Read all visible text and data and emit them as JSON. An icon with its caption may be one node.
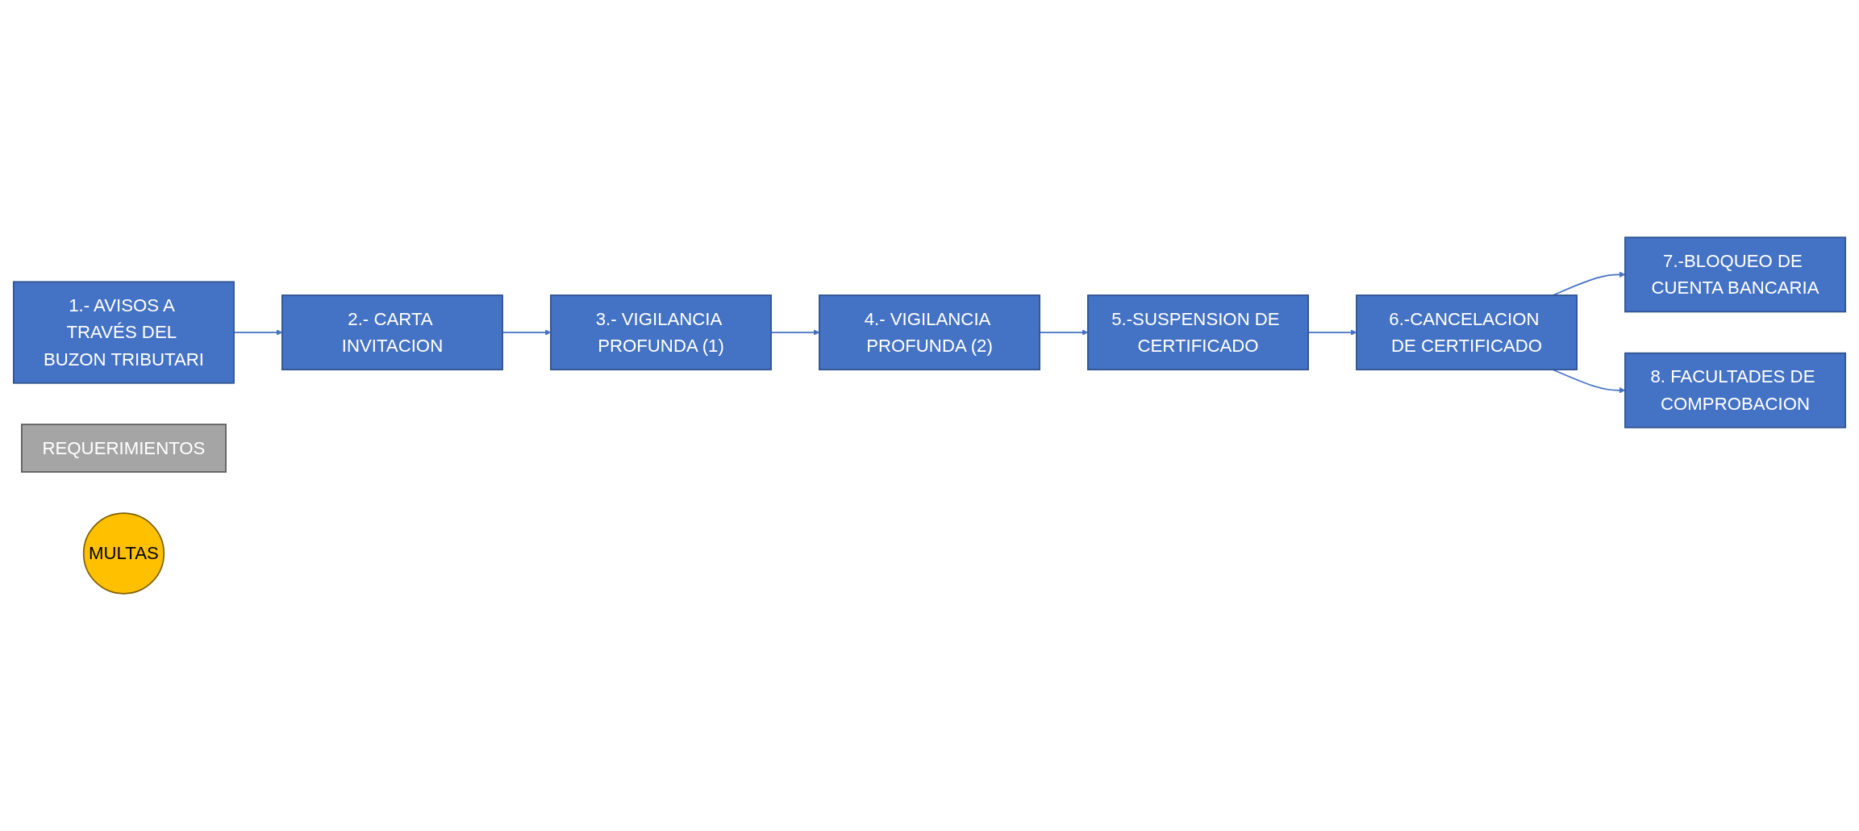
{
  "diagram": {
    "nodes": [
      {
        "text": [
          "1.- AVISOS A TRAVÉS DEL BUZON TRIBUTARI"
        ]
      },
      {
        "text": [
          "2.- CARTA INVITACION"
        ]
      },
      {
        "text": [
          "3.- VIGILANCIA PROFUNDA (1)"
        ]
      },
      {
        "text": [
          "4.- VIGILANCIA PROFUNDA (2)"
        ]
      },
      {
        "text": [
          "5.-SUSPENSION DE CERTIFICADO"
        ]
      },
      {
        "text": [
          "6.-CANCELACION DE CERTIFICADO"
        ]
      },
      {
        "text": [
          "7.-BLOQUEO DE CUENTA BANCARIA"
        ]
      },
      {
        "text": [
          "8. FACULTADES DE COMPROBACION"
        ]
      },
      {
        "text": [
          "REQUERIMIENTOS"
        ]
      },
      {
        "text": [
          "MULTAS"
        ]
      }
    ],
    "edges": [
      {
        "from": 0,
        "to": 1,
        "arrow": "to"
      },
      {
        "from": 1,
        "to": 2,
        "arrow": "to"
      },
      {
        "from": 2,
        "to": 3,
        "arrow": "to"
      },
      {
        "from": 3,
        "to": 4,
        "arrow": "to"
      },
      {
        "from": 4,
        "to": 5,
        "arrow": "to"
      },
      {
        "from": 5,
        "to": 6,
        "arrow": "to"
      },
      {
        "from": 5,
        "to": 7,
        "arrow": "to"
      }
    ]
  }
}
